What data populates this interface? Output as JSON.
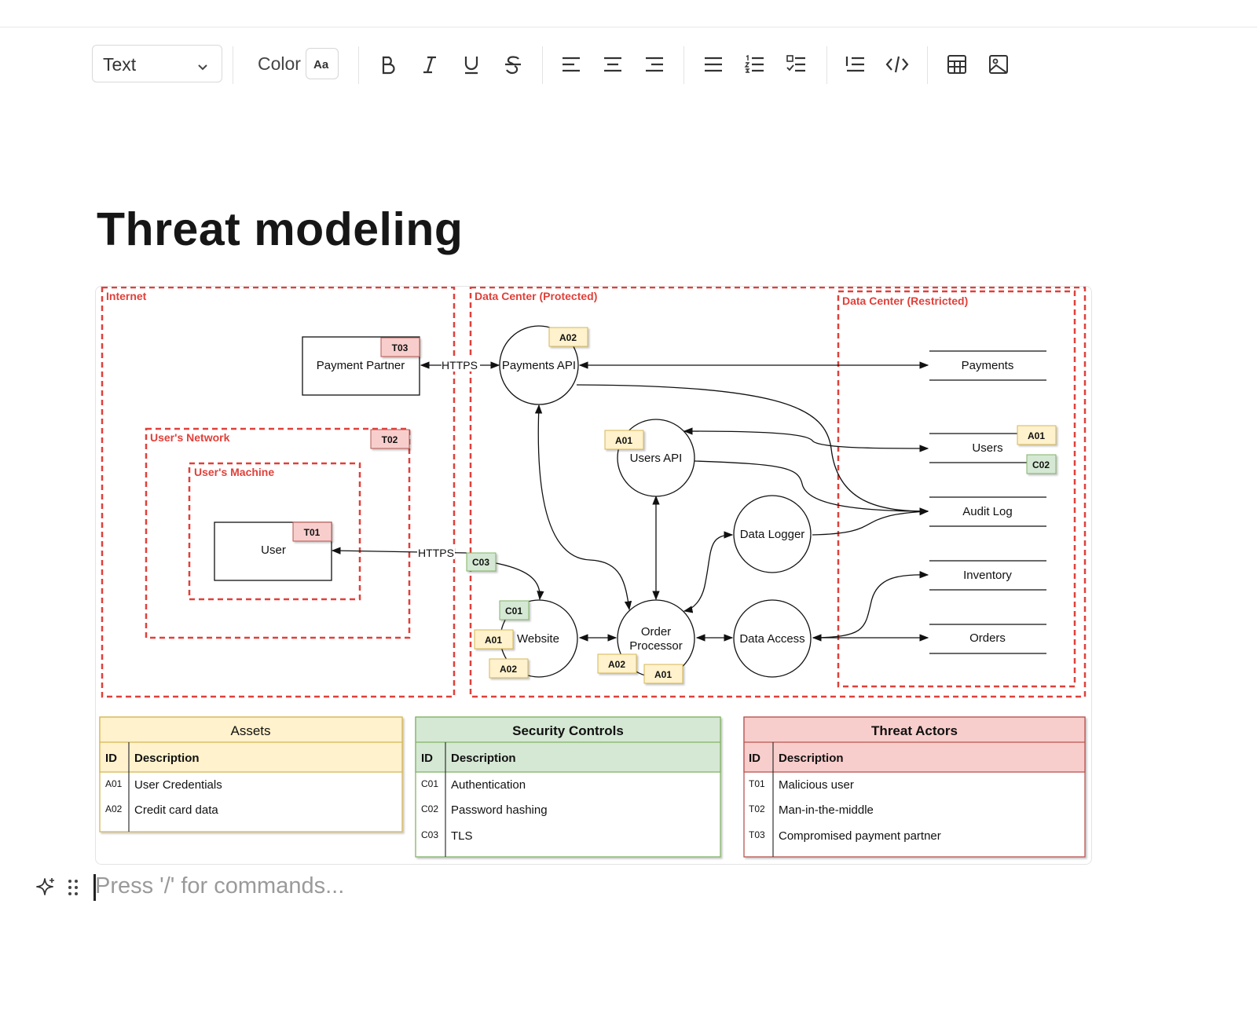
{
  "toolbar": {
    "block_type": "Text",
    "color_label": "Color",
    "color_icon_text": "Aa",
    "buttons": [
      "bold-icon",
      "italic-icon",
      "underline-icon",
      "strikethrough-icon",
      "align-left-icon",
      "align-center-icon",
      "align-right-icon",
      "bullet-list-icon",
      "numbered-list-icon",
      "checklist-icon",
      "indent-icon",
      "code-icon",
      "table-icon",
      "image-icon"
    ]
  },
  "page": {
    "title": "Threat modeling",
    "prompt_placeholder": "Press '/' for commands..."
  },
  "diagram": {
    "zones": {
      "internet": "Internet",
      "protected": "Data Center (Protected)",
      "restricted": "Data Center (Restricted)",
      "users_network": "User's Network",
      "users_machine": "User's Machine"
    },
    "nodes": {
      "payment_partner": "Payment Partner",
      "user": "User",
      "payments_api": "Payments API",
      "users_api": "Users API",
      "data_logger": "Data Logger",
      "website": "Website",
      "order_processor_1": "Order",
      "order_processor_2": "Processor",
      "data_access": "Data Access"
    },
    "stores": {
      "payments": "Payments",
      "users": "Users",
      "audit_log": "Audit Log",
      "inventory": "Inventory",
      "orders": "Orders"
    },
    "edge_labels": {
      "https_1": "HTTPS",
      "https_2": "HTTPS"
    },
    "tags": {
      "t03": "T03",
      "t02": "T02",
      "t01": "T01",
      "a02_payments": "A02",
      "a01_usersapi": "A01",
      "a01_users": "A01",
      "c02_users": "C02",
      "c03": "C03",
      "c01": "C01",
      "a01_website": "A01",
      "a02_website": "A02",
      "a02_order": "A02",
      "a01_order": "A01"
    },
    "tables": {
      "assets": {
        "title": "Assets",
        "headers": [
          "ID",
          "Description"
        ],
        "rows": [
          [
            "A01",
            "User Credentials"
          ],
          [
            "A02",
            "Credit card data"
          ]
        ]
      },
      "controls": {
        "title": "Security Controls",
        "headers": [
          "ID",
          "Description"
        ],
        "rows": [
          [
            "C01",
            "Authentication"
          ],
          [
            "C02",
            "Password hashing"
          ],
          [
            "C03",
            "TLS"
          ]
        ]
      },
      "threats": {
        "title": "Threat Actors",
        "headers": [
          "ID",
          "Description"
        ],
        "rows": [
          [
            "T01",
            "Malicious user"
          ],
          [
            "T02",
            "Man-in-the-middle"
          ],
          [
            "T03",
            "Compromised payment partner"
          ]
        ]
      }
    },
    "colors": {
      "zone_red": "#e0403a",
      "asset_fill": "#fff2cc",
      "asset_stroke": "#d6b656",
      "control_fill": "#d5e8d4",
      "control_stroke": "#82b366",
      "threat_fill": "#f8cecc",
      "threat_stroke": "#b85450"
    }
  }
}
